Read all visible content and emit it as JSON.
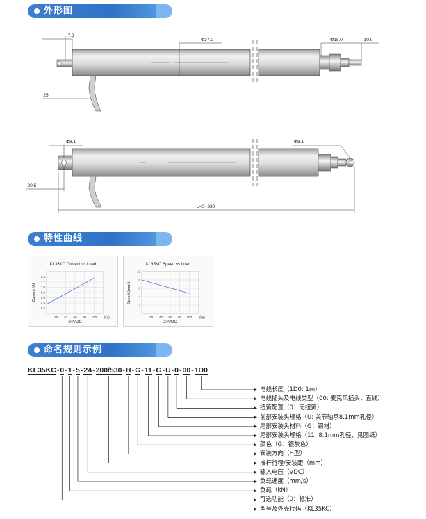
{
  "sections": {
    "outline": "外形图",
    "curves": "特性曲线",
    "naming": "命名规则示例"
  },
  "drawing": {
    "top": {
      "dim_left": "7.0",
      "dim_body_dia": "Φ37.0",
      "dim_rod_dia": "Φ18.0",
      "dim_right": "10.0",
      "dim_cable": "25"
    },
    "bottom": {
      "dim_left_hole": "Φ8.1",
      "dim_right_hole": "Φ8.1",
      "dim_offset": "20.5",
      "dim_length": "L=S+330"
    }
  },
  "chart_data": [
    {
      "type": "line",
      "title": "KL35KC Current vs Load",
      "ylabel": "Current (A)",
      "xlabel": "24VDC",
      "x_unit": "(kg)",
      "x_ticks": [
        "20",
        "40",
        "60",
        "80",
        "100"
      ],
      "y_ticks": [
        "0.2",
        "0.4",
        "0.6",
        "0.8",
        "1.0",
        "1.2",
        "1.4"
      ],
      "xlim": [
        0,
        120
      ],
      "ylim": [
        0,
        1.6
      ],
      "series": [
        {
          "x": [
            0,
            100
          ],
          "values": [
            0.35,
            1.35
          ]
        }
      ]
    },
    {
      "type": "line",
      "title": "KL35KC Speed vs Load",
      "ylabel": "Speed (mm/s)",
      "xlabel": "24VDC",
      "x_unit": "(kg)",
      "x_ticks": [
        "20",
        "40",
        "60",
        "80",
        "100"
      ],
      "y_ticks": [
        "2",
        "4",
        "6",
        "8",
        "10"
      ],
      "xlim": [
        0,
        120
      ],
      "ylim": [
        0,
        10
      ],
      "series": [
        {
          "x": [
            0,
            100
          ],
          "values": [
            8.0,
            4.8
          ]
        }
      ]
    }
  ],
  "code": {
    "segments": [
      "KL35KC",
      "0",
      "1",
      "5",
      "24",
      "200/530",
      "H",
      "G",
      "11",
      "G",
      "U",
      "0",
      "00",
      "1D0"
    ],
    "dash": "-"
  },
  "legend": [
    "电线长度（1D0: 1m）",
    "电线插头及电线类型（00: 麦克风插头，直线）",
    "扭簧配置（0：无扭簧）",
    "前部安装头规格（U: 关节轴承8.1mm孔径）",
    "尾部安装头材料（G：钢材）",
    "尾部安装头规格（11: 8.1mm孔径，见图纸）",
    "颜色（G：银灰色）",
    "安装方向（H型）",
    "推杆行程/安装距（mm）",
    "输入电压（VDC）",
    "负载速度（mm/s）",
    "负载（kN）",
    "可选功能（0：标准）",
    "型号及外壳代码（KL35KC）"
  ],
  "colors": {
    "header_blue": "#2f72c7",
    "series_line": "#4a78c8"
  }
}
